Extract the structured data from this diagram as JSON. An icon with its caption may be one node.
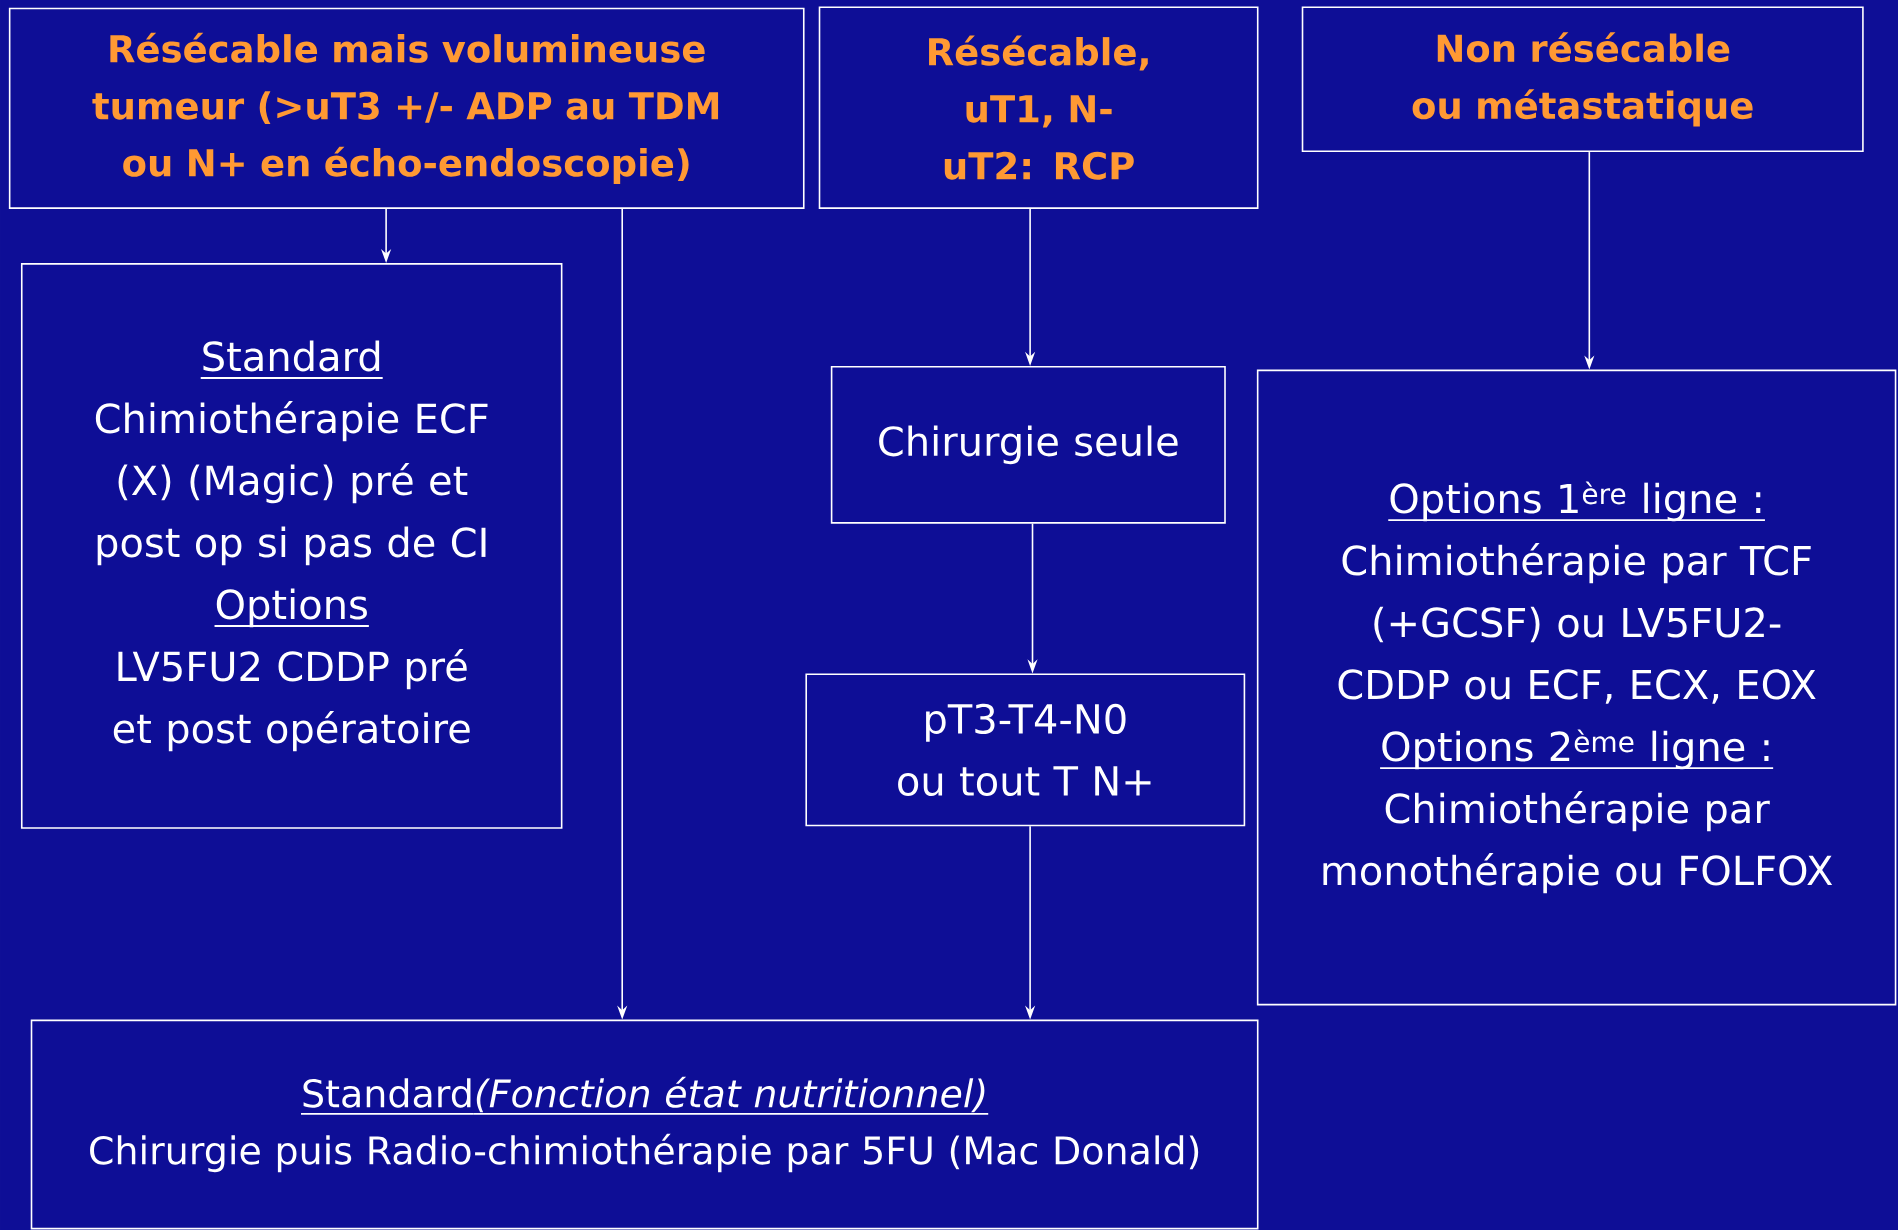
{
  "diagram": {
    "nodes": [
      {
        "text": [
          "Résécable mais volumineuse tumeur (>uT3 +/- ADP au TDM ou N+ en écho-endoscopie)"
        ]
      },
      {
        "text": [
          "Résécable, uT1, N- uT2: RCP"
        ]
      },
      {
        "text": [
          "Non résécable ou métastatique"
        ]
      },
      {
        "text": [
          "Standard",
          "Chimiothérapie ECF (X) (Magic) pré et post op si pas de CI",
          "Options",
          "LV5FU2 CDDP pré et post opératoire"
        ]
      },
      {
        "text": [
          "Chirurgie seule"
        ]
      },
      {
        "text": [
          "pT3-T4-N0 ou tout T N+"
        ]
      },
      {
        "text": [
          "Options 1$^{ère}$ ligne :",
          "Chimiothérapie par TCF (+GCSF) ou LV5FU2-CDDP ou ECF, ECX, EOX",
          "Options 2$^{ème}$ ligne :",
          "Chimiothérapie par monothérapie ou FOLFOX"
        ]
      },
      {
        "text": [
          "Standard",
          "(Fonction état nutritionnel)",
          "Chirurgie puis Radio-chimiothérapie par 5FU (Mac Donald)"
        ]
      }
    ],
    "edges": [
      {
        "from": 0,
        "to": 3,
        "arrow": "to"
      },
      {
        "from": 0,
        "to": 7,
        "arrow": "to"
      },
      {
        "from": 1,
        "to": 4,
        "arrow": "to"
      },
      {
        "from": 4,
        "to": 5,
        "arrow": "to"
      },
      {
        "from": 5,
        "to": 7,
        "arrow": "to"
      },
      {
        "from": 2,
        "to": 6,
        "arrow": "to"
      }
    ]
  }
}
